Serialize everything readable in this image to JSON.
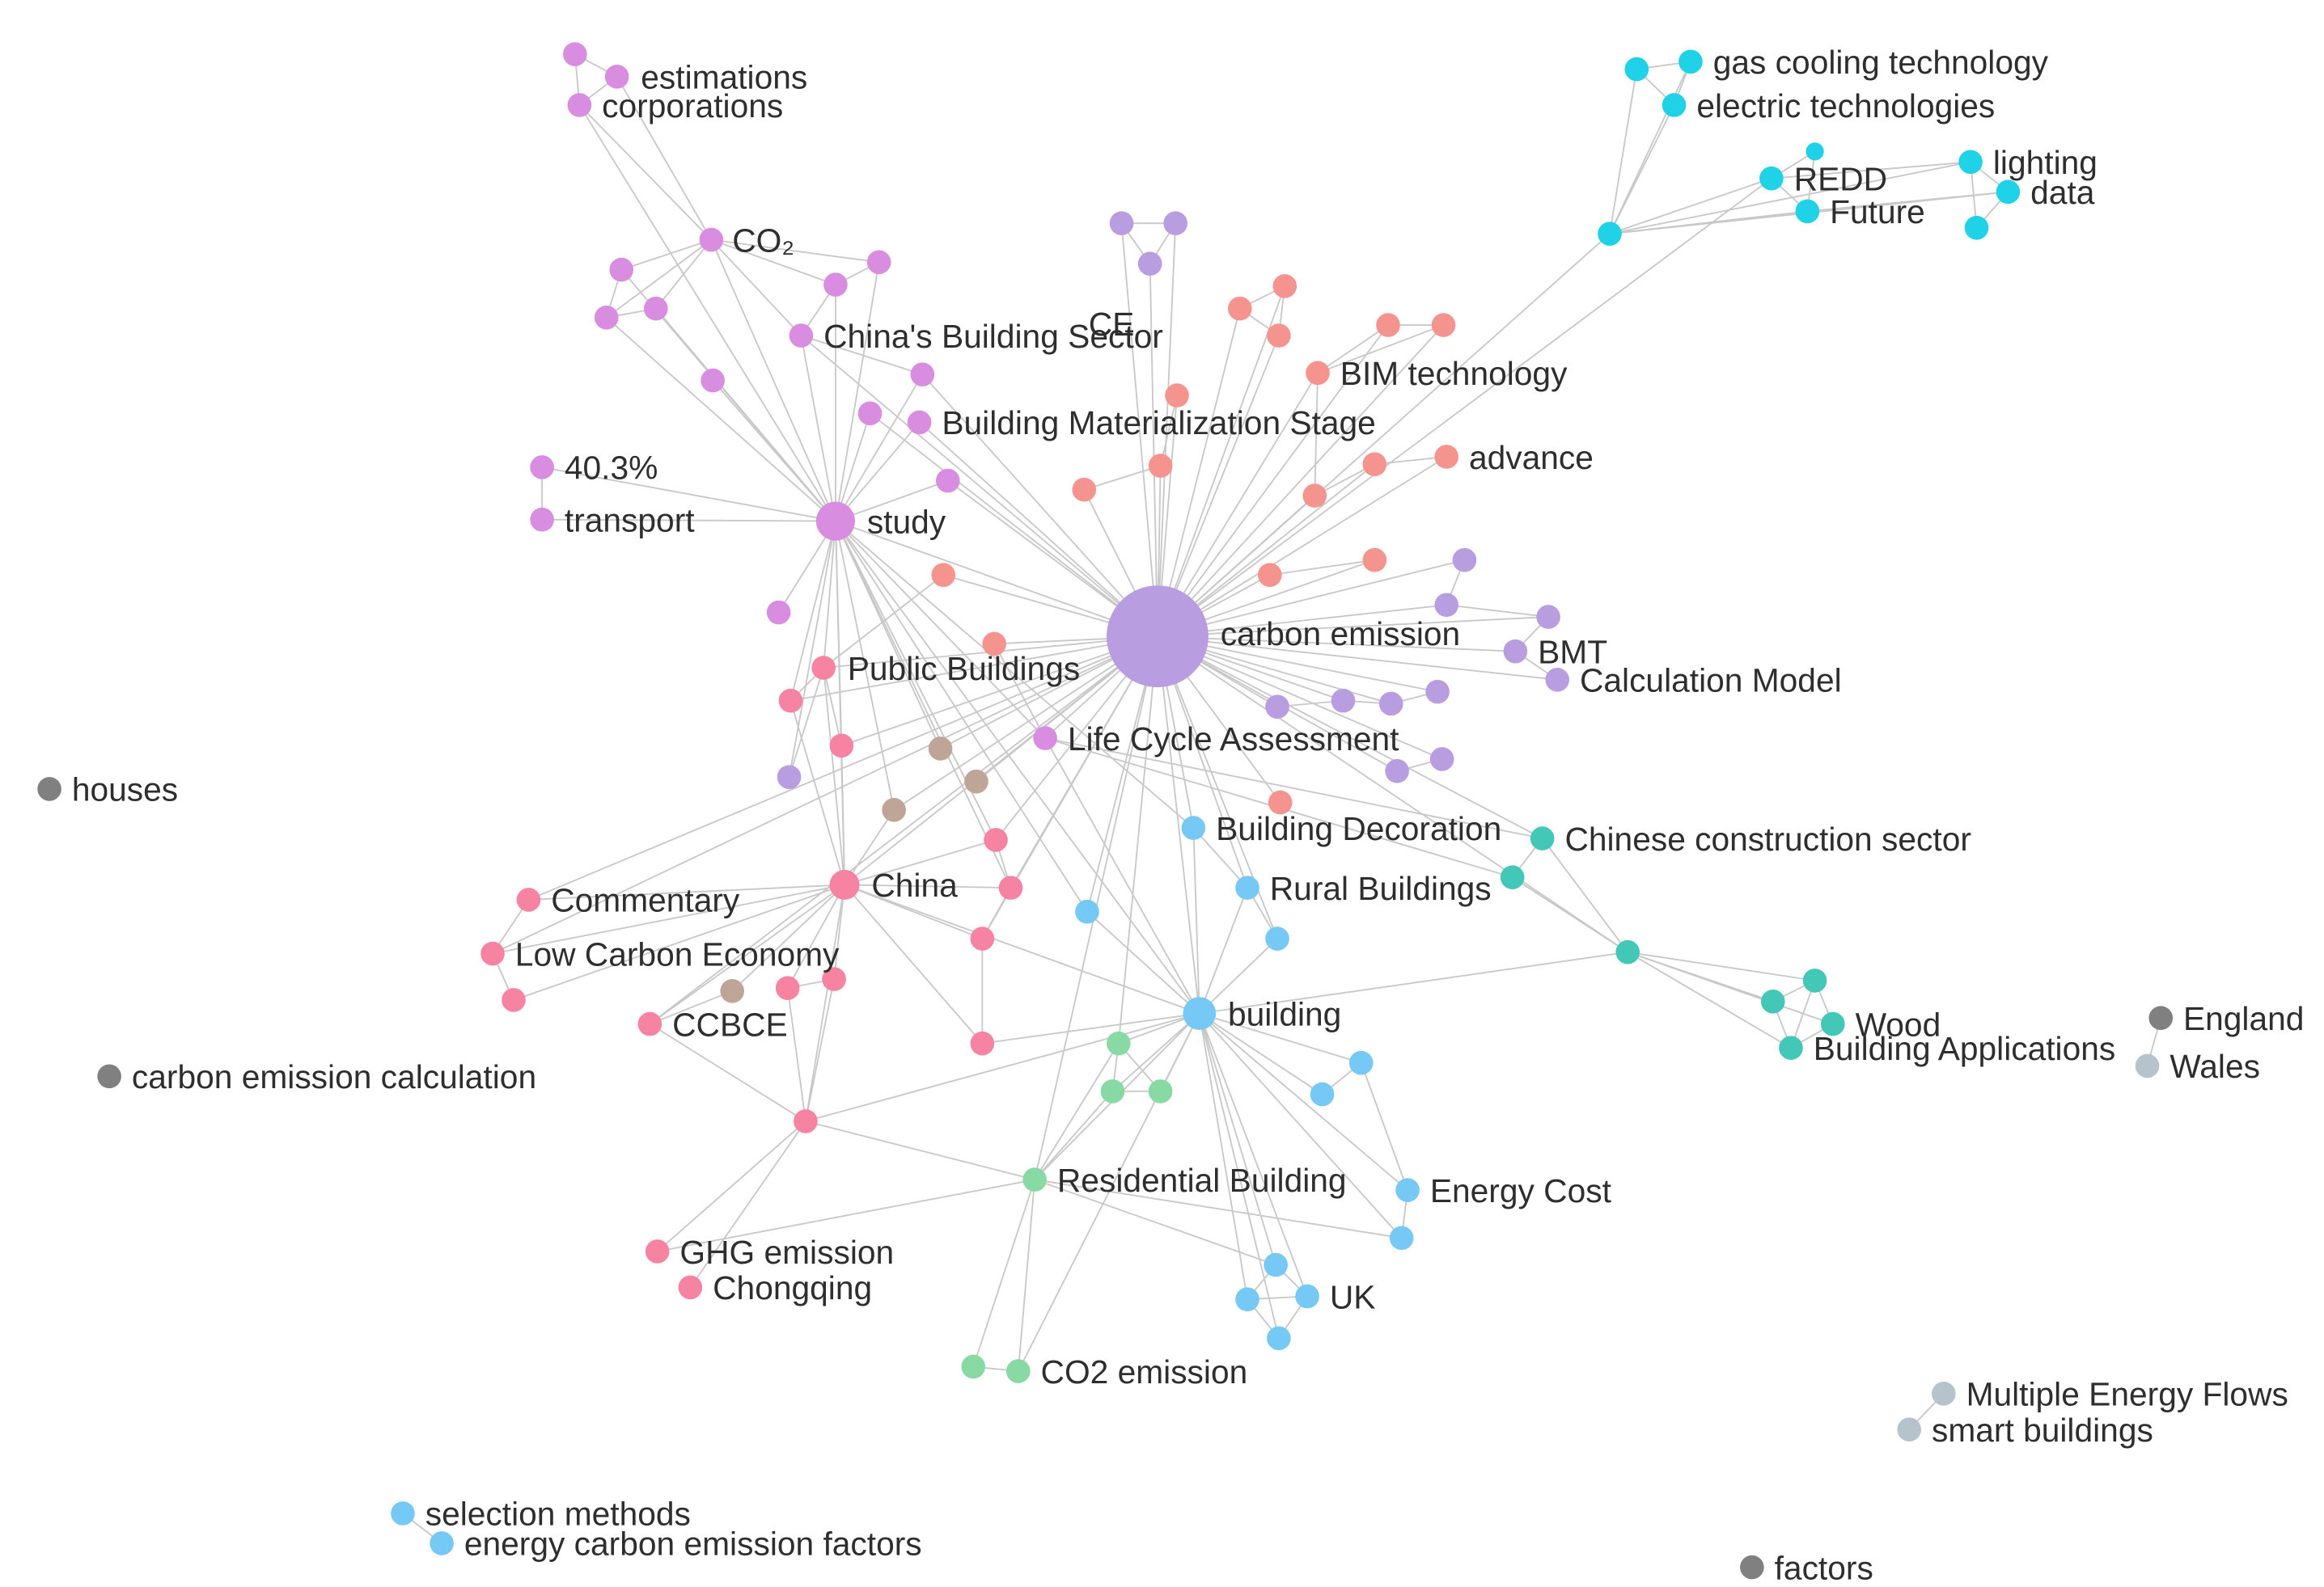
{
  "diagram": {
    "type": "keyword co-occurrence network",
    "colors": {
      "edge": "#c8c8c8",
      "label": "#2e2e2e",
      "violet": "#b89ee0",
      "magenta": "#d98de0",
      "salmon": "#f5948e",
      "pink": "#f783a3",
      "brown": "#bfa597",
      "green": "#88d9a4",
      "sky": "#76c8f5",
      "cyan": "#1fd2e8",
      "teal": "#43c8b8",
      "grey": "#808080",
      "lightgrey": "#b5c3cc"
    },
    "labels": {
      "carbon_emission": "carbon emission",
      "study": "study",
      "building": "building",
      "china": "China",
      "public_buildings": "Public Buildings",
      "life_cycle_assessment": "Life Cycle Assessment",
      "building_materialization_stage": "Building Materialization Stage",
      "chinas_building_sector": "China's Building Sector",
      "ce": "CE",
      "bim_technology": "BIM technology",
      "advance": "advance",
      "co2": "CO₂",
      "estimations": "estimations",
      "corporations": "corporations",
      "pct_40_3": "40.3%",
      "transport": "transport",
      "bmt": "BMT",
      "calculation_model": "Calculation Model",
      "building_decoration": "Building Decoration",
      "rural_buildings": "Rural Buildings",
      "chinese_construction_sector": "Chinese construction sector",
      "commentary": "Commentary",
      "low_carbon_economy": "Low Carbon Economy",
      "ccbce": "CCBCE",
      "ghg_emission": "GHG emission",
      "chongqing": "Chongqing",
      "residential_building": "Residential Building",
      "energy_cost": "Energy Cost",
      "uk": "UK",
      "co2_emission": "CO2 emission",
      "gas_cooling_technology": "gas cooling technology",
      "electric_technologies": "electric technologies",
      "redd": "REDD",
      "future": "Future",
      "lighting": "lighting",
      "data": "data",
      "wood": "Wood",
      "building_applications": "Building Applications",
      "england": "England",
      "wales": "Wales",
      "houses": "houses",
      "carbon_emission_calculation": "carbon emission calculation",
      "multiple_energy_flows": "Multiple Energy Flows",
      "smart_buildings": "smart buildings",
      "selection_methods": "selection methods",
      "energy_carbon_emission_factors": "energy carbon emission factors",
      "factors": "factors"
    }
  }
}
